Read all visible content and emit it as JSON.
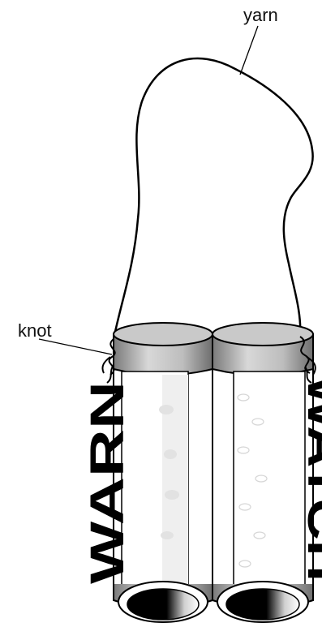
{
  "labels": {
    "yarn": "yarn",
    "knot": "knot"
  },
  "tubes": {
    "left_text": "WARN",
    "right_text": "WATCH"
  },
  "colors": {
    "line": "#000000",
    "tube_body": "#ffffff",
    "rim_grey": "#a9a9a9",
    "panel_grey": "#ececec"
  }
}
